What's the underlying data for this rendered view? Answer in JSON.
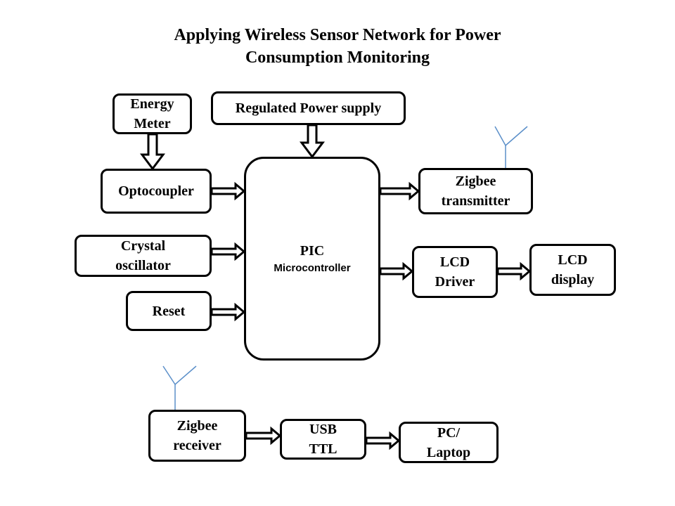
{
  "title": {
    "line1": "Applying Wireless Sensor Network for Power",
    "line2": "Consumption Monitoring"
  },
  "blocks": {
    "energy_meter": {
      "line1": "Energy",
      "line2": "Meter"
    },
    "regulated_power_supply": {
      "label": "Regulated Power supply"
    },
    "optocoupler": {
      "label": "Optocoupler"
    },
    "crystal_oscillator": {
      "line1": "Crystal",
      "line2": "oscillator"
    },
    "reset": {
      "label": "Reset"
    },
    "pic_microcontroller": {
      "line1": "PIC",
      "line2": "Microcontroller"
    },
    "zigbee_transmitter": {
      "line1": "Zigbee",
      "line2": "transmitter"
    },
    "lcd_driver": {
      "line1": "LCD",
      "line2": "Driver"
    },
    "lcd_display": {
      "line1": "LCD",
      "line2": "display"
    },
    "zigbee_receiver": {
      "line1": "Zigbee",
      "line2": "receiver"
    },
    "usb_ttl": {
      "line1": "USB",
      "line2": "TTL"
    },
    "pc_laptop": {
      "line1": "PC/",
      "line2": "Laptop"
    }
  },
  "colors": {
    "stroke": "#000000",
    "antenna": "#5b8fc9",
    "background": "#ffffff"
  },
  "connections": [
    {
      "from": "energy_meter",
      "to": "optocoupler",
      "kind": "hollow-arrow"
    },
    {
      "from": "regulated_power_supply",
      "to": "pic_microcontroller",
      "kind": "hollow-arrow"
    },
    {
      "from": "optocoupler",
      "to": "pic_microcontroller",
      "kind": "hollow-arrow"
    },
    {
      "from": "crystal_oscillator",
      "to": "pic_microcontroller",
      "kind": "hollow-arrow"
    },
    {
      "from": "reset",
      "to": "pic_microcontroller",
      "kind": "hollow-arrow"
    },
    {
      "from": "pic_microcontroller",
      "to": "zigbee_transmitter",
      "kind": "hollow-arrow"
    },
    {
      "from": "pic_microcontroller",
      "to": "lcd_driver",
      "kind": "hollow-arrow"
    },
    {
      "from": "lcd_driver",
      "to": "lcd_display",
      "kind": "hollow-arrow"
    },
    {
      "from": "zigbee_receiver",
      "to": "usb_ttl",
      "kind": "hollow-arrow"
    },
    {
      "from": "usb_ttl",
      "to": "pc_laptop",
      "kind": "hollow-arrow"
    }
  ],
  "antennas": [
    "zigbee_transmitter",
    "zigbee_receiver"
  ]
}
